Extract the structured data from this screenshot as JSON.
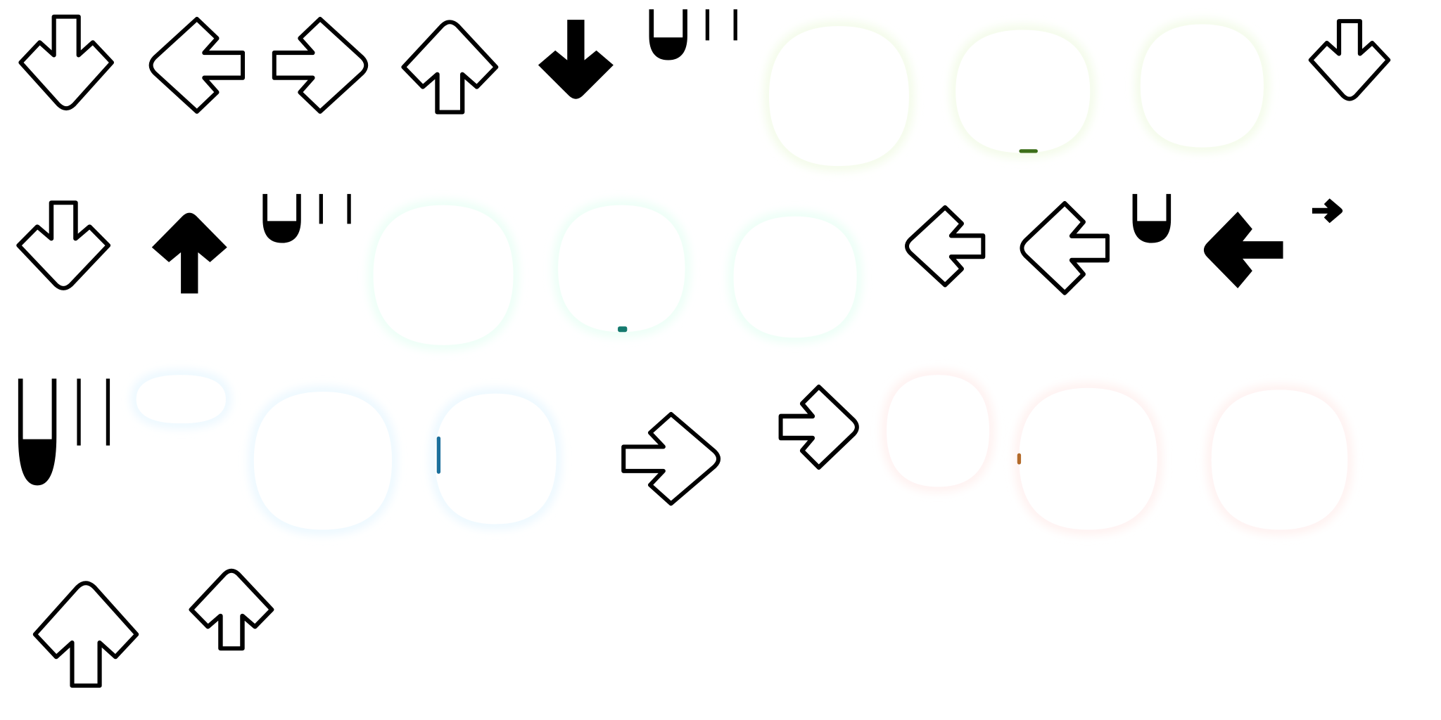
{
  "sheet": {
    "background": "#ffffff",
    "stroke_color": "#000000",
    "fill_color": "#ffffff",
    "solid_color": "#000000",
    "ghost_tints": {
      "purple": "#f2fbe6",
      "blue": "#e9f7ff",
      "green": "#e9fff5",
      "red": "#fff0ee"
    },
    "accents": {
      "green_dark": "#3c6e18",
      "teal": "#147a6e",
      "blue": "#1a6f9c",
      "orange": "#b36a2a"
    }
  },
  "sprites": [
    {
      "id": "down-outline",
      "direction": "down",
      "style": "outline"
    },
    {
      "id": "left-outline",
      "direction": "left",
      "style": "outline"
    },
    {
      "id": "right-outline",
      "direction": "right",
      "style": "outline"
    },
    {
      "id": "up-outline",
      "direction": "up",
      "style": "outline"
    },
    {
      "id": "down-solid",
      "direction": "down",
      "style": "solid"
    },
    {
      "id": "hold-piece",
      "style": "hold-end"
    },
    {
      "id": "ghost-note",
      "style": "glow",
      "tint": "purple"
    },
    {
      "id": "ghost-note",
      "style": "glow",
      "tint": "purple"
    },
    {
      "id": "ghost-note",
      "style": "glow",
      "tint": "purple"
    },
    {
      "id": "down-outline-small",
      "direction": "down",
      "style": "outline"
    },
    {
      "id": "down-outline-small",
      "direction": "down",
      "style": "outline"
    },
    {
      "id": "up-solid",
      "direction": "up",
      "style": "solid"
    },
    {
      "id": "hold-piece",
      "style": "hold-end"
    },
    {
      "id": "ghost-note",
      "style": "glow",
      "tint": "green"
    },
    {
      "id": "ghost-note",
      "style": "glow",
      "tint": "green"
    },
    {
      "id": "ghost-note",
      "style": "glow",
      "tint": "green"
    },
    {
      "id": "left-outline",
      "direction": "left",
      "style": "outline"
    },
    {
      "id": "left-outline-large",
      "direction": "left",
      "style": "outline"
    },
    {
      "id": "hold-piece",
      "style": "hold-end"
    },
    {
      "id": "left-solid",
      "direction": "left",
      "style": "solid"
    },
    {
      "id": "right-solid",
      "direction": "right",
      "style": "solid"
    },
    {
      "id": "hold-piece",
      "style": "hold-end"
    },
    {
      "id": "ghost-note",
      "style": "glow",
      "tint": "blue"
    },
    {
      "id": "ghost-note",
      "style": "glow",
      "tint": "blue"
    },
    {
      "id": "ghost-note",
      "style": "glow",
      "tint": "blue"
    },
    {
      "id": "right-outline",
      "direction": "right",
      "style": "outline"
    },
    {
      "id": "right-outline-large",
      "direction": "right",
      "style": "outline"
    },
    {
      "id": "ghost-note",
      "style": "glow",
      "tint": "red"
    },
    {
      "id": "ghost-note",
      "style": "glow",
      "tint": "red"
    },
    {
      "id": "ghost-note",
      "style": "glow",
      "tint": "red"
    },
    {
      "id": "up-outline",
      "direction": "up",
      "style": "outline"
    },
    {
      "id": "up-outline-large",
      "direction": "up",
      "style": "outline"
    }
  ]
}
